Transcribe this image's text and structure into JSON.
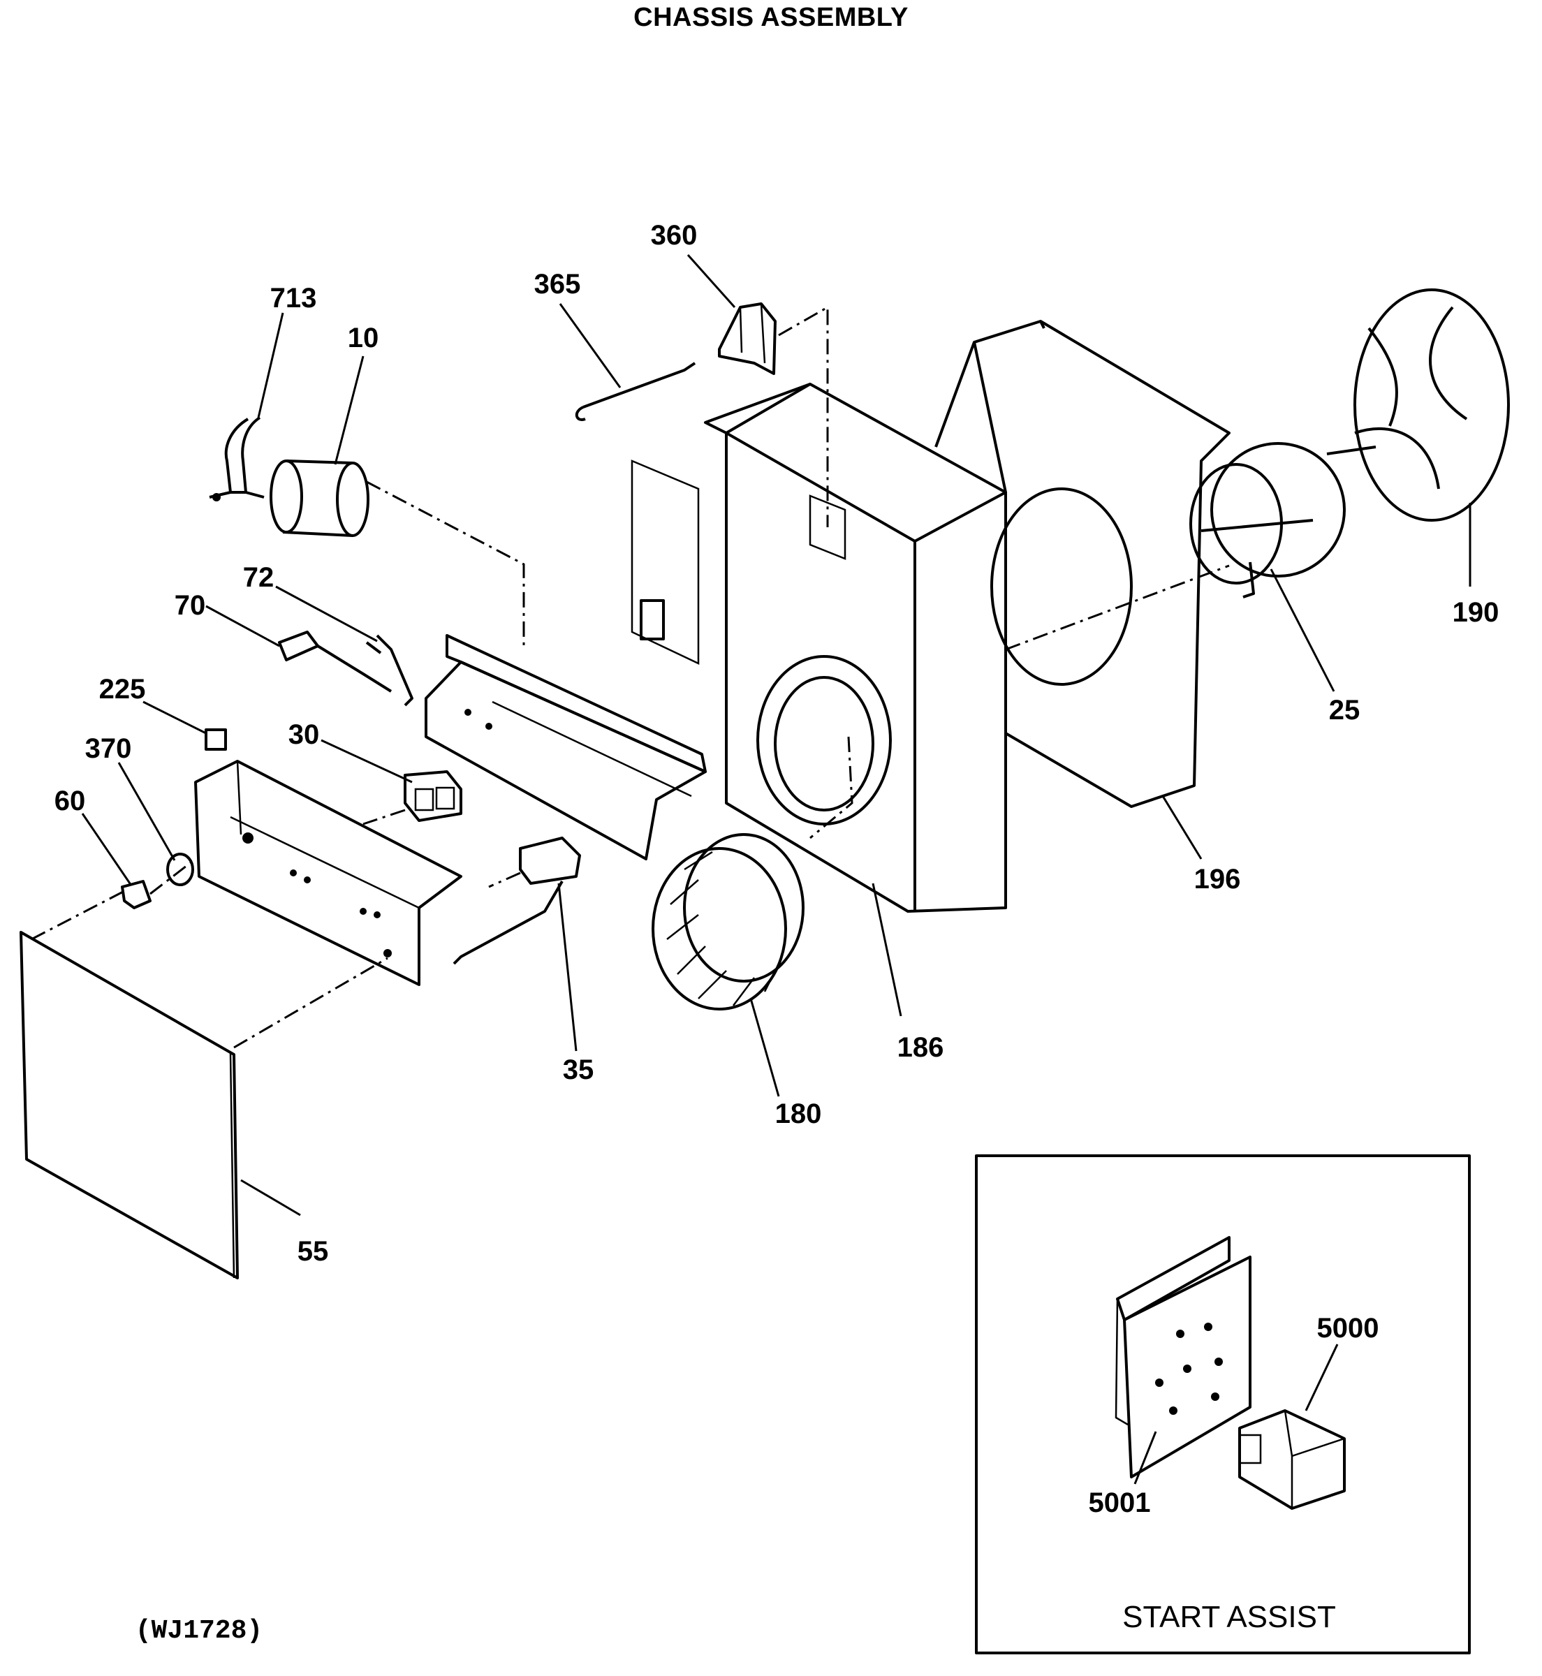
{
  "title": "CHASSIS ASSEMBLY",
  "document_code": "(WJ1728)",
  "inset": {
    "title": "START ASSIST"
  },
  "callouts": {
    "c713": "713",
    "c10": "10",
    "c365": "365",
    "c360": "360",
    "c72": "72",
    "c70": "70",
    "c225": "225",
    "c30": "30",
    "c370": "370",
    "c60": "60",
    "c35": "35",
    "c55": "55",
    "c180": "180",
    "c186": "186",
    "c196": "196",
    "c25": "25",
    "c190": "190",
    "c5000": "5000",
    "c5001": "5001"
  }
}
